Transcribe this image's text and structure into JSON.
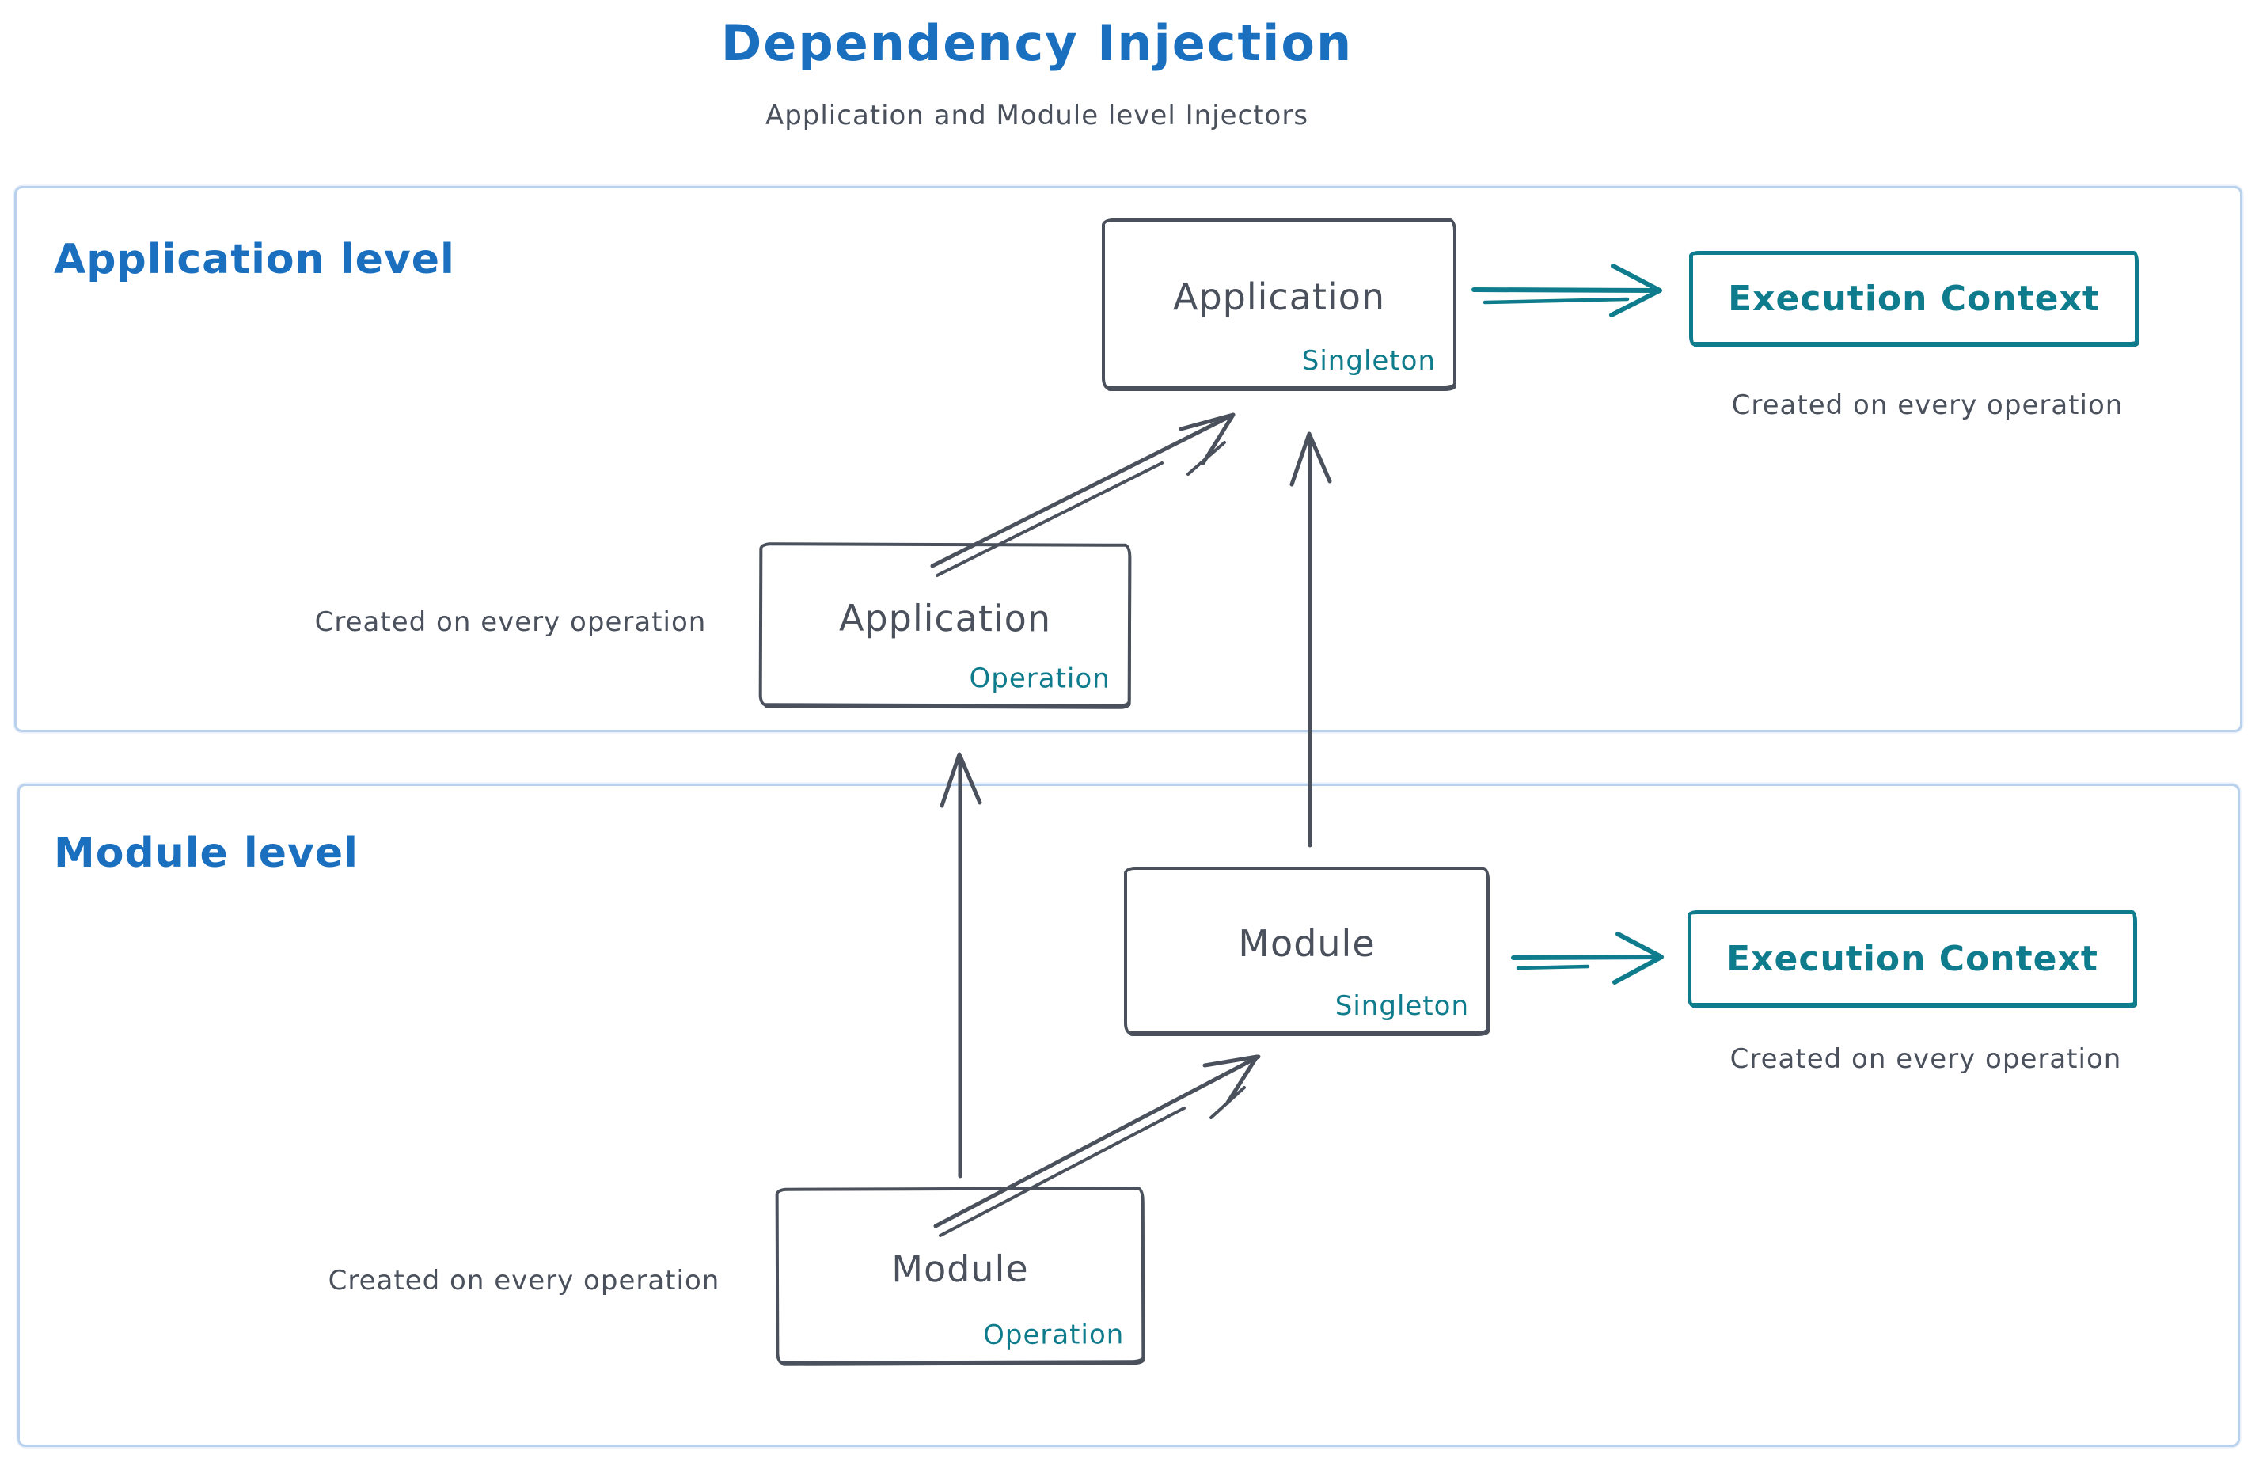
{
  "title": {
    "text": "Dependency Injection",
    "subtitle": "Application and Module level Injectors"
  },
  "colors": {
    "accent_blue": "#1a6fbf",
    "ink": "#4a515c",
    "teal": "#0e7c8c",
    "frame_light_blue": "#b9d1ec"
  },
  "sections": [
    {
      "id": "application",
      "label": "Application level"
    },
    {
      "id": "module",
      "label": "Module level"
    }
  ],
  "nodes": {
    "app_singleton": {
      "title": "Application",
      "tag": "Singleton"
    },
    "app_operation": {
      "title": "Application",
      "tag": "Operation"
    },
    "module_singleton": {
      "title": "Module",
      "tag": "Singleton"
    },
    "module_operation": {
      "title": "Module",
      "tag": "Operation"
    },
    "ec_app": {
      "title": "Execution Context"
    },
    "ec_module": {
      "title": "Execution Context"
    }
  },
  "notes": {
    "ec_app": "Created on every operation",
    "ec_module": "Created on every operation",
    "app_operation": "Created on every operation",
    "module_operation": "Created on every operation"
  },
  "edges": [
    {
      "from": "app_singleton",
      "to": "ec_app",
      "color": "teal"
    },
    {
      "from": "module_singleton",
      "to": "ec_module",
      "color": "teal"
    },
    {
      "from": "app_operation",
      "to": "app_singleton",
      "color": "ink"
    },
    {
      "from": "module_singleton",
      "to": "app_singleton",
      "color": "ink"
    },
    {
      "from": "module_operation",
      "to": "app_operation",
      "color": "ink"
    },
    {
      "from": "module_operation",
      "to": "module_singleton",
      "color": "ink"
    }
  ]
}
